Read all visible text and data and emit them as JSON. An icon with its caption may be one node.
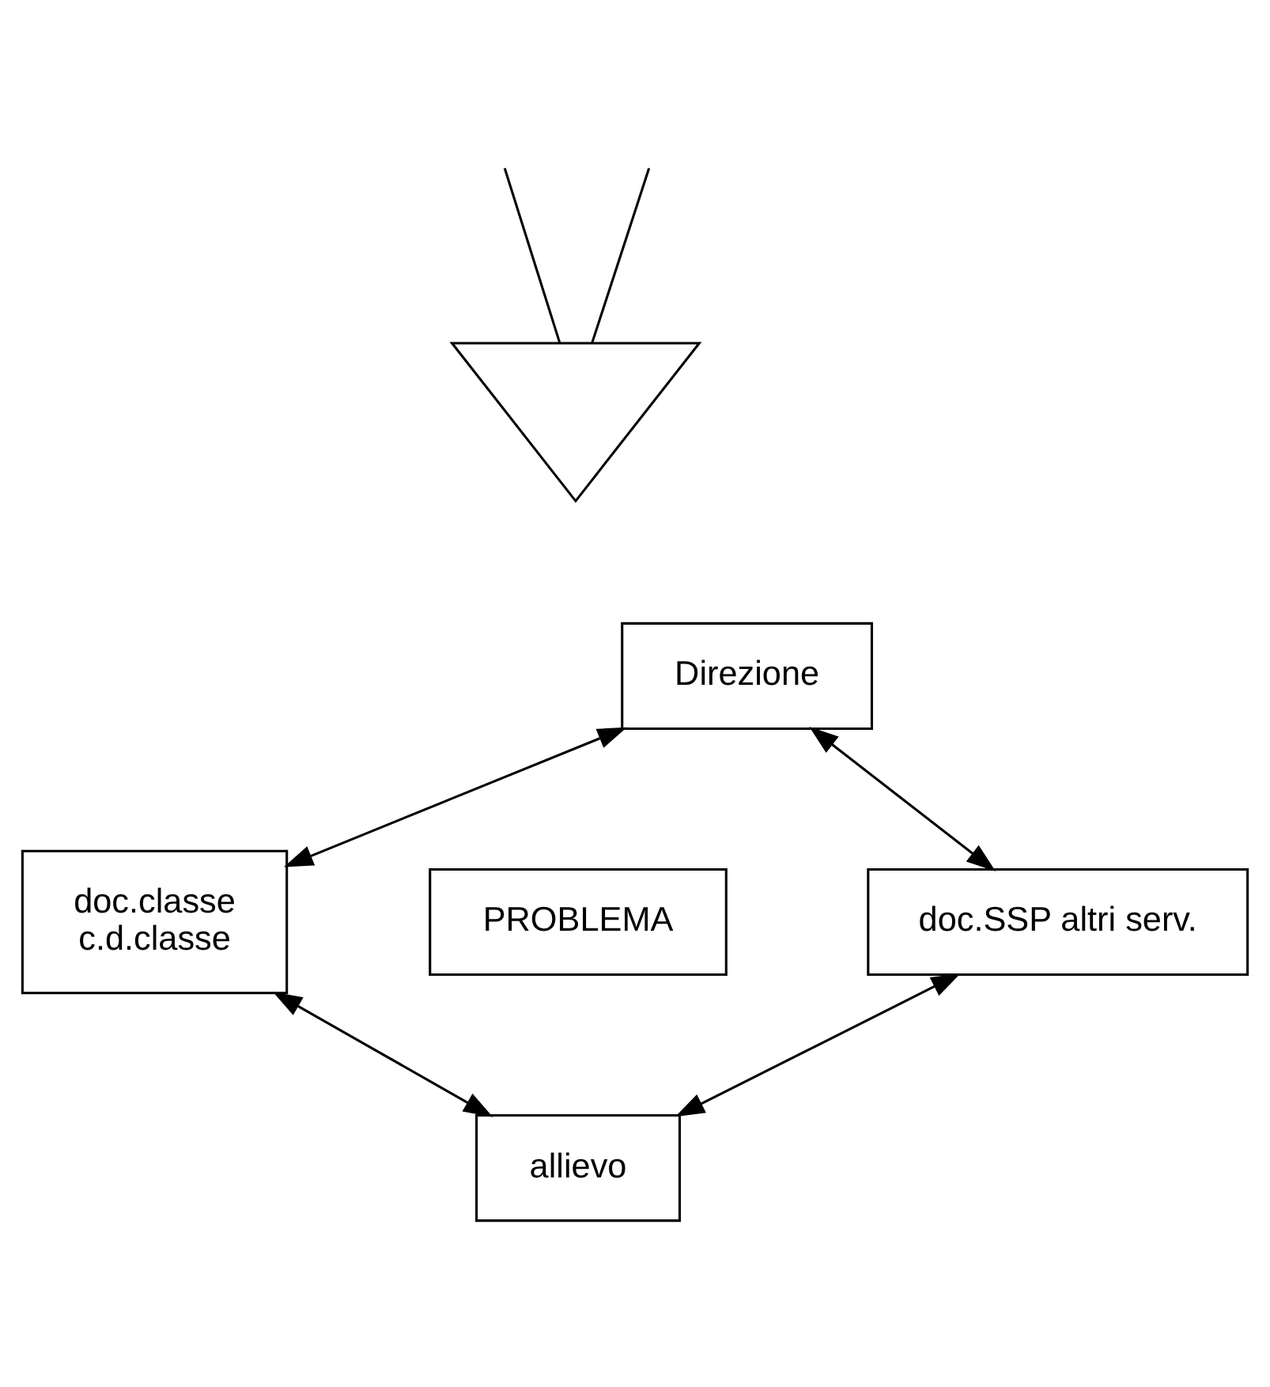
{
  "diagram": {
    "nodes": [
      {
        "text": [],
        "shape": "triangle"
      },
      {
        "text": [
          "Direzione"
        ]
      },
      {
        "text": [
          "doc.classe c.d.classe"
        ]
      },
      {
        "text": [
          "PROBLEMA"
        ]
      },
      {
        "text": [
          "doc.SSP altri serv."
        ]
      },
      {
        "text": [
          "allievo"
        ]
      }
    ],
    "edges": [
      {
        "from": null,
        "to": 0,
        "arrow": "none"
      },
      {
        "from": null,
        "to": 0,
        "arrow": "none"
      },
      {
        "from": 1,
        "to": 4,
        "arrow": "both"
      },
      {
        "from": 1,
        "to": 2,
        "arrow": "both"
      },
      {
        "from": 4,
        "to": 5,
        "arrow": "both"
      },
      {
        "from": 5,
        "to": 2,
        "arrow": "both"
      }
    ]
  }
}
